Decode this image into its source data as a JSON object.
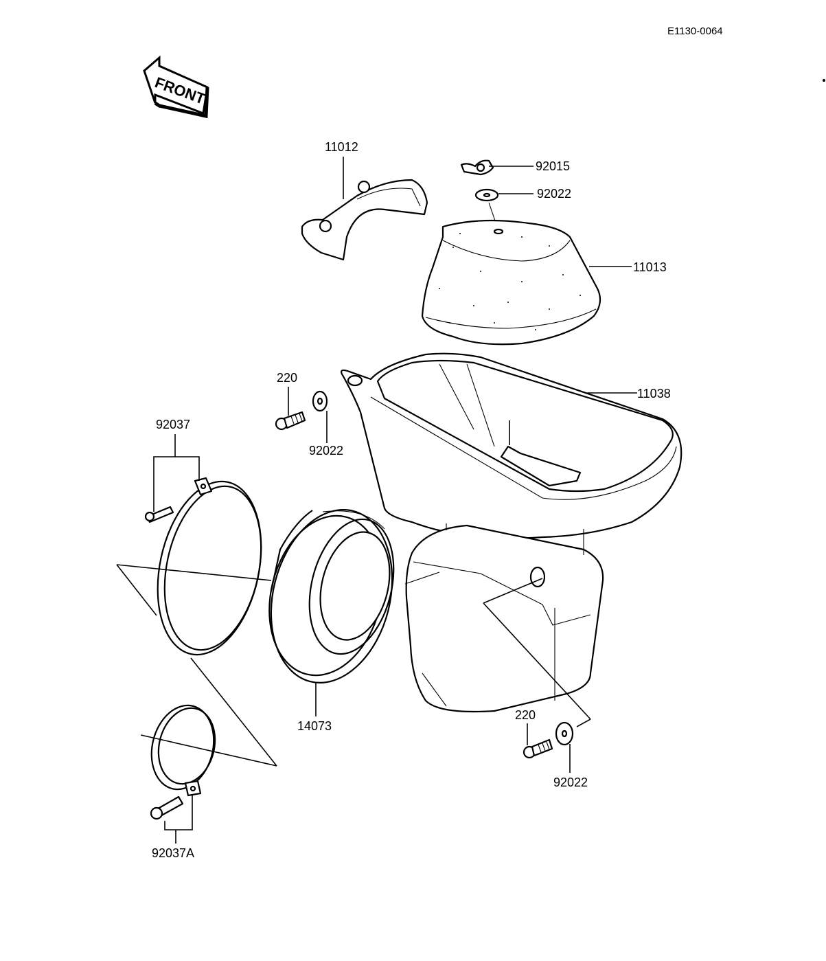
{
  "drawing_code": "E1130-0064",
  "front_arrow_text": "FRONT",
  "labels": {
    "p11012": "11012",
    "p92015": "92015",
    "p92022_top": "92022",
    "p11013": "11013",
    "p220_left": "220",
    "p92022_left": "92022",
    "p11038": "11038",
    "p92037": "92037",
    "p14073": "14073",
    "p220_right": "220",
    "p92022_right": "92022",
    "p92037A": "92037A"
  }
}
